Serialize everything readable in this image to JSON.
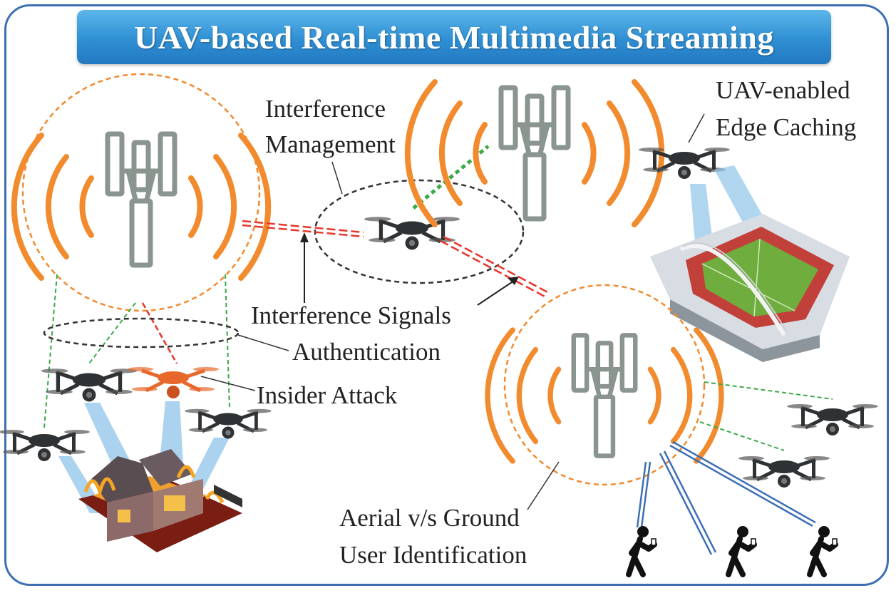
{
  "title": "UAV-based Real-time Multimedia Streaming",
  "labels": {
    "interference_management_1": "Interference",
    "interference_management_2": "Management",
    "edge_caching_1": "UAV-enabled",
    "edge_caching_2": "Edge Caching",
    "interference_signals": "Interference Signals",
    "authentication": "Authentication",
    "insider_attack": "Insider Attack",
    "aerial_ground_1": "Aerial v/s Ground",
    "aerial_ground_2": "User Identification"
  },
  "colors": {
    "accent_orange": "#f28a2e",
    "tower_gray": "#8a9590",
    "interference_red": "#e8352b",
    "link_green": "#3aaa48",
    "beam_blue": "#8fc3e8",
    "title_blue": "#2f8fd3",
    "frame_blue": "#3d6fb5"
  },
  "icons": [
    "cell-tower-icon",
    "uav-drone-icon",
    "stadium-icon",
    "burning-house-icon",
    "ground-user-icon"
  ]
}
